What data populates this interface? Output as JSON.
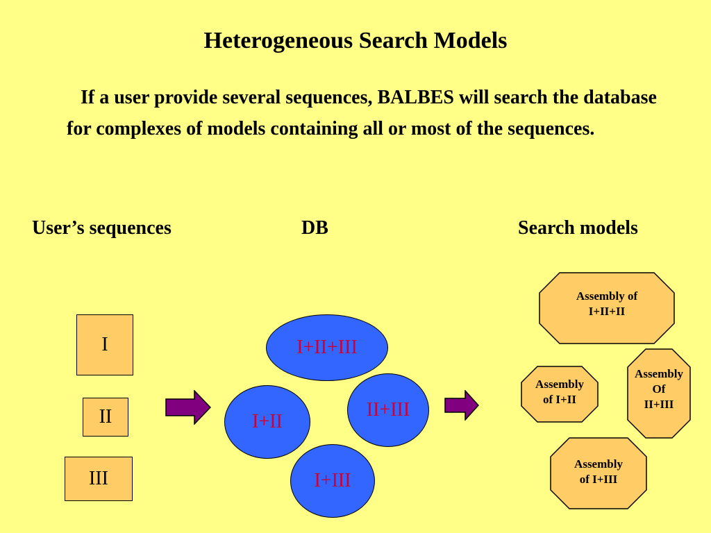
{
  "title": "Heterogeneous Search Models",
  "intro": "If a user provide several sequences, BALBES will search the database for complexes of models containing all or most of the sequences.",
  "columns": {
    "user": "User’s sequences",
    "db": "DB",
    "search": "Search models"
  },
  "sequences": [
    "I",
    "II",
    "III"
  ],
  "db_entries": [
    "I+II+III",
    "II+III",
    "I+II",
    "I+III"
  ],
  "search_models": [
    "Assembly of\nI+II+II",
    "Assembly\nOf\nII+III",
    "Assembly\nof I+II",
    "Assembly\nof I+III"
  ],
  "colors": {
    "background": "#FFFF88",
    "box_fill": "#FFCC66",
    "ellipse_fill": "#3366FF",
    "ellipse_text": "#CC0033",
    "arrow_fill": "#800080"
  }
}
